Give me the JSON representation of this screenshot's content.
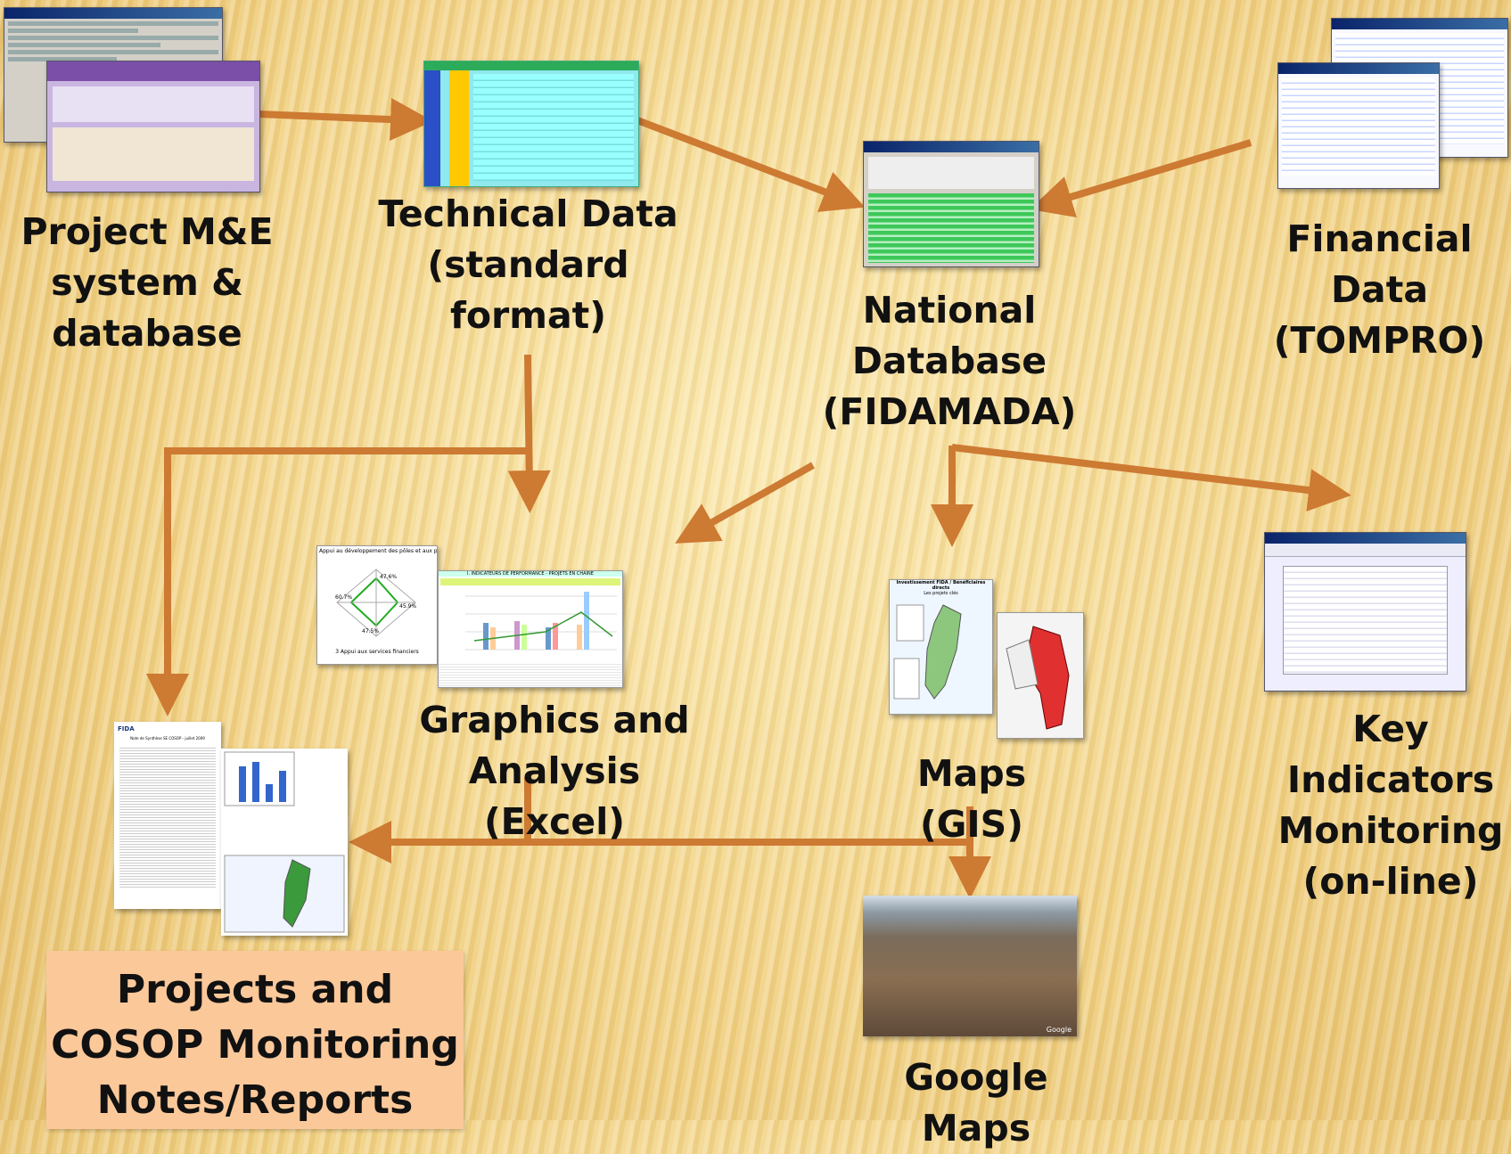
{
  "nodes": {
    "project_me": "Project M&E\nsystem &\ndatabase",
    "technical_data": "Technical Data\n(standard\nformat)",
    "national_db": "National\nDatabase\n(FIDAMADA)",
    "financial_data": "Financial Data\n(TOMPRO)",
    "graphics": "Graphics and\nAnalysis (Excel)",
    "maps": "Maps (GIS)",
    "key_indicators": "Key\nIndicators\nMonitoring\n(on-line)",
    "reports": "Projects and\nCOSOP Monitoring\nNotes/Reports",
    "google": "Google\nMaps"
  },
  "thumbnails": {
    "radar_title": "Appui au développement des pôles et aux partenariats c",
    "radar_top": "47.6%",
    "radar_left": "60.7%",
    "radar_right": "45.9%",
    "radar_bottom": "47.5%",
    "radar_caption": "3 Appui aux services financiers",
    "bar_title": "I. INDICATEURS DE PERFORMANCE - PROJETS EN CHAINE",
    "map_title": "Investissement FIDA / Bénéficiaires directs",
    "map_subtitle": "Les projets clés",
    "report_logo": "FIDA",
    "report_title": "Note de Synthèse SE COSOP - juillet 2009",
    "google_watermark": "Google"
  },
  "colors": {
    "arrow": "#cd7a33",
    "label_box": "#fbc89a"
  }
}
